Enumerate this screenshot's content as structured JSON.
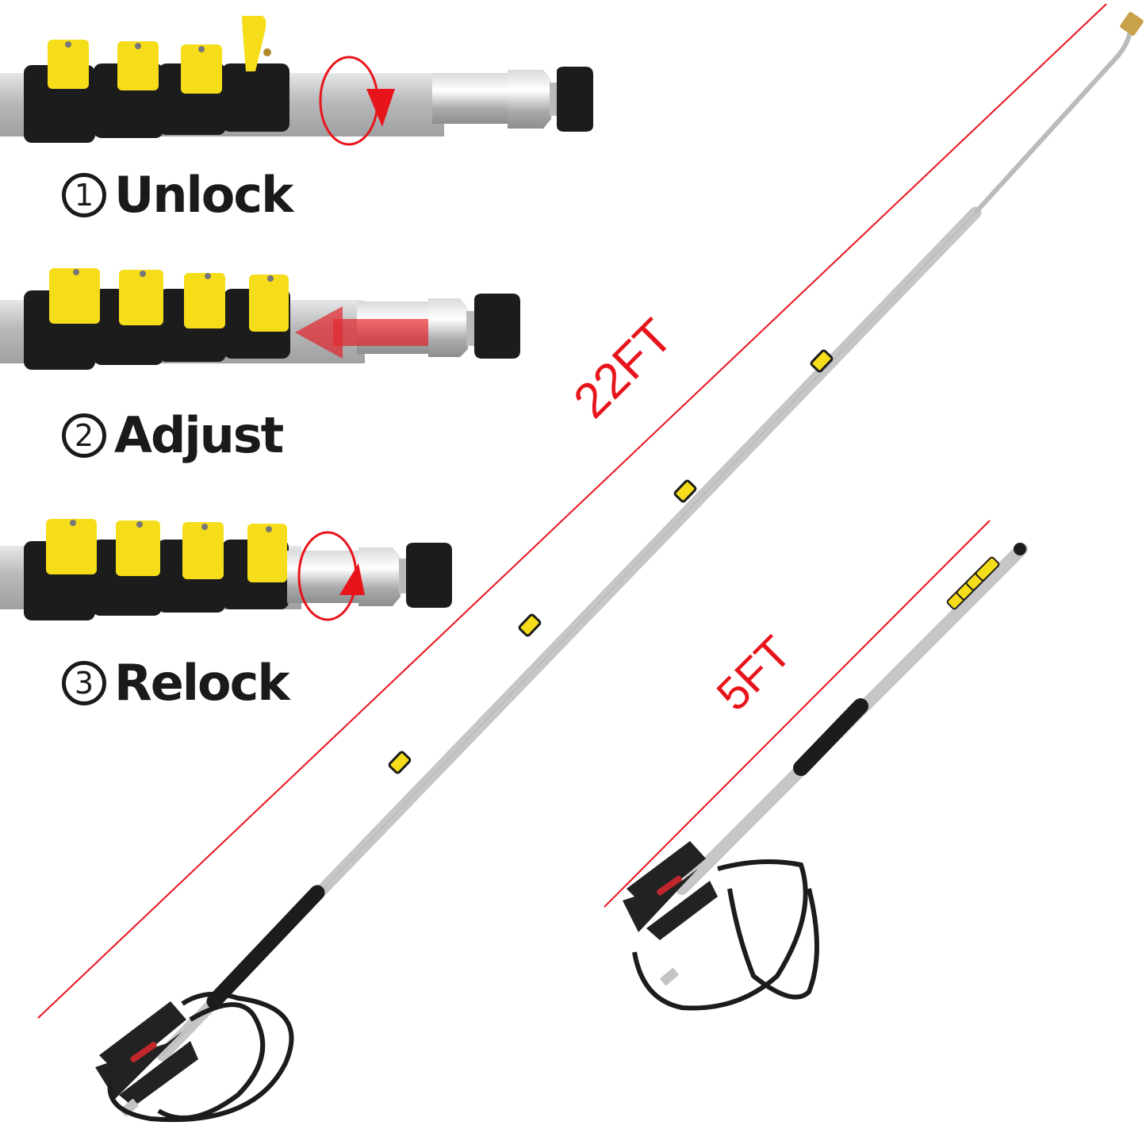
{
  "steps": [
    {
      "number": "1",
      "label": "Unlock",
      "icon": "rotate-arrow-icon"
    },
    {
      "number": "2",
      "label": "Adjust",
      "icon": "left-arrow-icon"
    },
    {
      "number": "3",
      "label": "Relock",
      "icon": "rotate-arrow-icon"
    }
  ],
  "measurements": {
    "extended": {
      "label": "22FT"
    },
    "retracted": {
      "label": "5FT"
    }
  },
  "colors": {
    "accent_red": "#e8141b",
    "clamp_yellow": "#f5dd1a",
    "clamp_black": "#1c1c1c",
    "pole_silver": "#c9cbcd",
    "text_dark": "#1a1a1a"
  }
}
